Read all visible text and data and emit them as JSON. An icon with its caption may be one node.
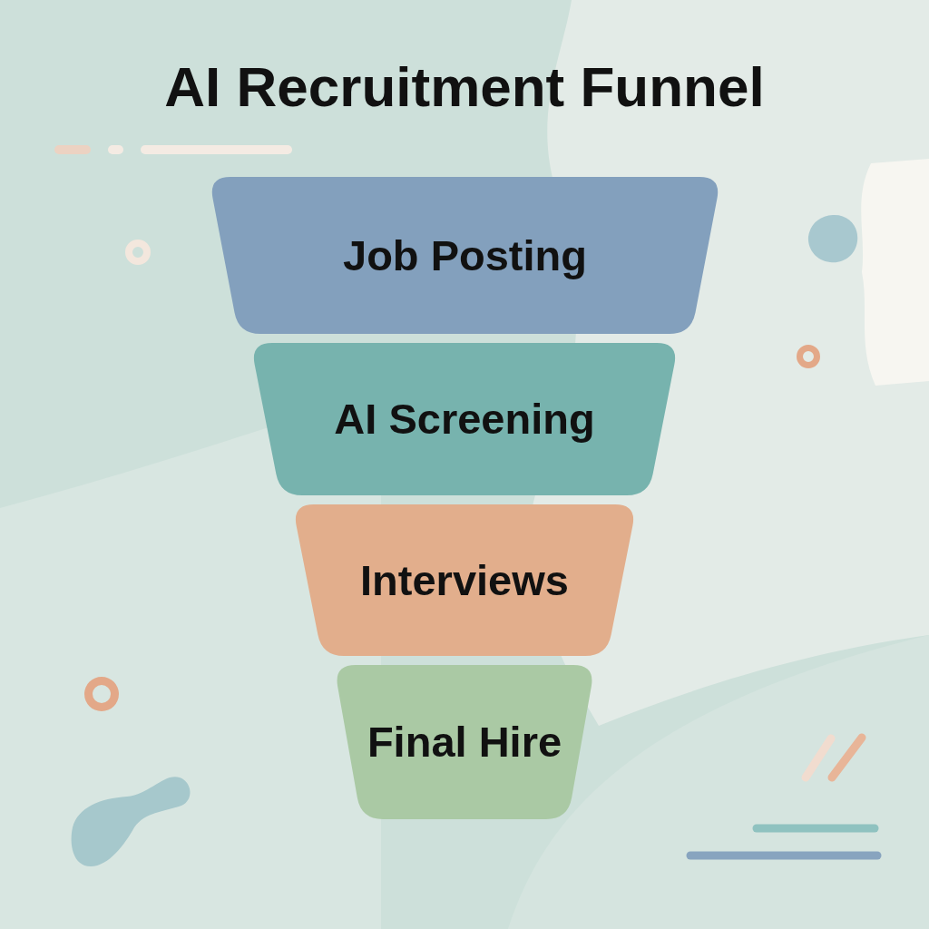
{
  "diagram": {
    "title": "AI Recruitment Funnel",
    "nodes": [
      {
        "text": [
          "Job Posting"
        ]
      },
      {
        "text": [
          "AI Screening"
        ]
      },
      {
        "text": [
          "Interviews"
        ]
      },
      {
        "text": [
          "Final Hire"
        ]
      }
    ]
  }
}
